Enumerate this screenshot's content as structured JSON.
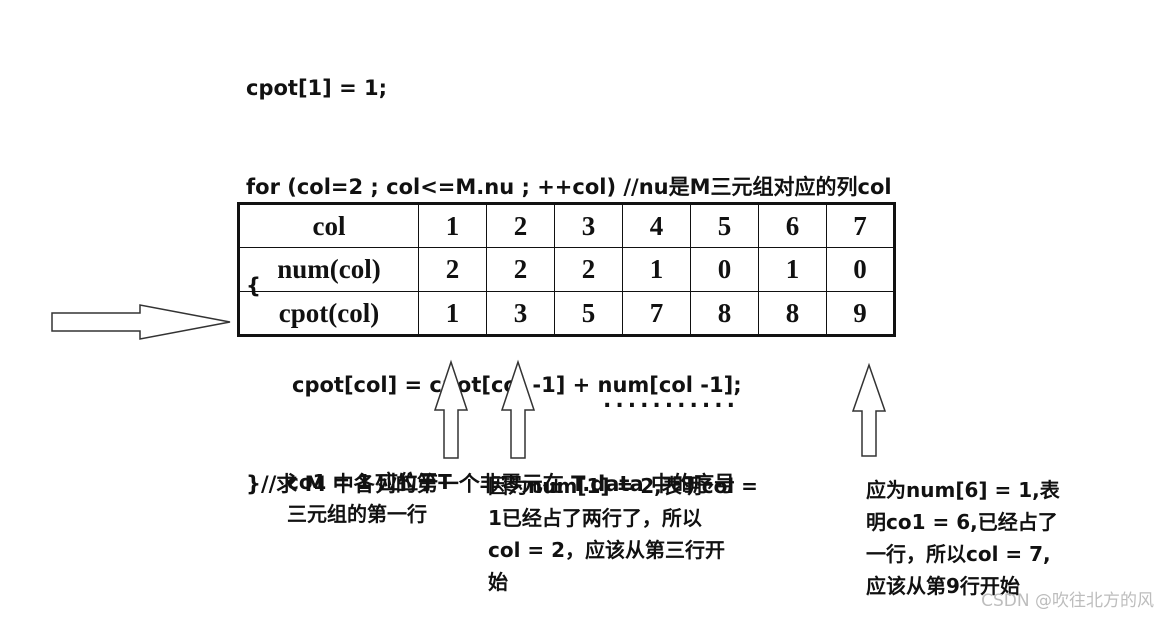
{
  "code_lines": [
    "cpot[1] = 1;",
    "for (col=2 ; col<=M.nu ; ++col) //nu是M三元组对应的列col",
    "{",
    "cpot[col] = cpot[col -1] + num[col -1];",
    "}//求 M 中各列的第一个非零元在 T.data 中的序号"
  ],
  "table": {
    "row_headers": [
      "col",
      "num(col)",
      "cpot(col)"
    ],
    "rows": [
      [
        "1",
        "2",
        "3",
        "4",
        "5",
        "6",
        "7"
      ],
      [
        "2",
        "2",
        "2",
        "1",
        "0",
        "1",
        "0"
      ],
      [
        "1",
        "3",
        "5",
        "7",
        "8",
        "8",
        "9"
      ]
    ]
  },
  "ellipsis": "...........",
  "notes": {
    "note1": "co1 = 1 应位于T\n三元组的第一行",
    "note2": "因为num[1] = 2,表明col =\n1已经占了两行了，所以\ncol = 2，应该从第三行开\n始",
    "note3": "应为num[6] = 1,表\n明co1 = 6,已经占了\n一行，所以col = 7,\n应该从第9行开始"
  },
  "watermark": "CSDN @吹往北方的风"
}
